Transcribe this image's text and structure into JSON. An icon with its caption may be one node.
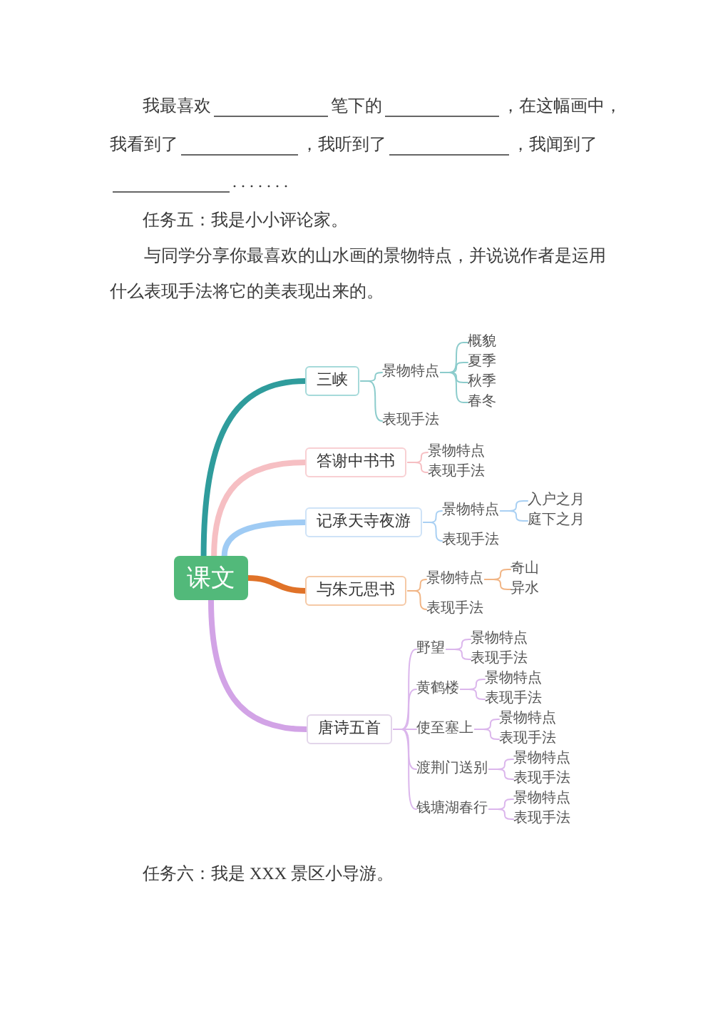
{
  "diagram": {
    "nodes": [
      {
        "text": [
          "课文"
        ]
      },
      {
        "text": [
          "三峡"
        ]
      },
      {
        "text": [
          "景物特点"
        ]
      },
      {
        "text": [
          "概貌"
        ]
      },
      {
        "text": [
          "夏季"
        ]
      },
      {
        "text": [
          "秋季"
        ]
      },
      {
        "text": [
          "春冬"
        ]
      },
      {
        "text": [
          "表现手法"
        ]
      },
      {
        "text": [
          "答谢中书书"
        ]
      },
      {
        "text": [
          "景物特点"
        ]
      },
      {
        "text": [
          "表现手法"
        ]
      },
      {
        "text": [
          "记承天寺夜游"
        ]
      },
      {
        "text": [
          "景物特点"
        ]
      },
      {
        "text": [
          "入户之月"
        ]
      },
      {
        "text": [
          "庭下之月"
        ]
      },
      {
        "text": [
          "表现手法"
        ]
      },
      {
        "text": [
          "与朱元思书"
        ]
      },
      {
        "text": [
          "景物特点"
        ]
      },
      {
        "text": [
          "奇山"
        ]
      },
      {
        "text": [
          "异水"
        ]
      },
      {
        "text": [
          "表现手法"
        ]
      },
      {
        "text": [
          "唐诗五首"
        ]
      },
      {
        "text": [
          "野望"
        ]
      },
      {
        "text": [
          "景物特点"
        ]
      },
      {
        "text": [
          "表现手法"
        ]
      },
      {
        "text": [
          "黄鹤楼"
        ]
      },
      {
        "text": [
          "景物特点"
        ]
      },
      {
        "text": [
          "表现手法"
        ]
      },
      {
        "text": [
          "使至塞上"
        ]
      },
      {
        "text": [
          "景物特点"
        ]
      },
      {
        "text": [
          "表现手法"
        ]
      },
      {
        "text": [
          "渡荆门送别"
        ]
      },
      {
        "text": [
          "景物特点"
        ]
      },
      {
        "text": [
          "表现手法"
        ]
      },
      {
        "text": [
          "钱塘湖春行"
        ]
      },
      {
        "text": [
          "景物特点"
        ]
      },
      {
        "text": [
          "表现手法"
        ]
      }
    ],
    "edges": [
      {
        "from": 0,
        "to": 1,
        "arrow": "none",
        "style": "thick",
        "color": "#2f9c9c"
      },
      {
        "from": 0,
        "to": 8,
        "arrow": "none",
        "style": "thick",
        "color": "#f6bfc3"
      },
      {
        "from": 0,
        "to": 11,
        "arrow": "none",
        "style": "thick",
        "color": "#9fcbf4"
      },
      {
        "from": 0,
        "to": 16,
        "arrow": "none",
        "style": "thick",
        "color": "#e07228"
      },
      {
        "from": 0,
        "to": 21,
        "arrow": "none",
        "style": "thick",
        "color": "#d2a3e6"
      },
      {
        "from": 1,
        "to": 2,
        "arrow": "none",
        "color": "#8ccccc"
      },
      {
        "from": 2,
        "to": 3,
        "arrow": "none",
        "color": "#8ccccc"
      },
      {
        "from": 2,
        "to": 4,
        "arrow": "none",
        "color": "#8ccccc"
      },
      {
        "from": 2,
        "to": 5,
        "arrow": "none",
        "color": "#8ccccc"
      },
      {
        "from": 2,
        "to": 6,
        "arrow": "none",
        "color": "#8ccccc"
      },
      {
        "from": 1,
        "to": 7,
        "arrow": "none",
        "color": "#8ccccc"
      },
      {
        "from": 8,
        "to": 9,
        "arrow": "none",
        "color": "#f6bfc3"
      },
      {
        "from": 8,
        "to": 10,
        "arrow": "none",
        "color": "#f6bfc3"
      },
      {
        "from": 11,
        "to": 12,
        "arrow": "none",
        "color": "#a9d0f3"
      },
      {
        "from": 12,
        "to": 13,
        "arrow": "none",
        "color": "#a9d0f3"
      },
      {
        "from": 12,
        "to": 14,
        "arrow": "none",
        "color": "#a9d0f3"
      },
      {
        "from": 11,
        "to": 15,
        "arrow": "none",
        "color": "#a9d0f3"
      },
      {
        "from": 16,
        "to": 17,
        "arrow": "none",
        "color": "#f1b585"
      },
      {
        "from": 17,
        "to": 18,
        "arrow": "none",
        "color": "#f1b585"
      },
      {
        "from": 17,
        "to": 19,
        "arrow": "none",
        "color": "#f1b585"
      },
      {
        "from": 16,
        "to": 20,
        "arrow": "none",
        "color": "#f1b585"
      },
      {
        "from": 21,
        "to": 22,
        "arrow": "none",
        "color": "#dbb6ec"
      },
      {
        "from": 22,
        "to": 23,
        "arrow": "none",
        "color": "#dbb6ec"
      },
      {
        "from": 22,
        "to": 24,
        "arrow": "none",
        "color": "#dbb6ec"
      },
      {
        "from": 21,
        "to": 25,
        "arrow": "none",
        "color": "#dbb6ec"
      },
      {
        "from": 25,
        "to": 26,
        "arrow": "none",
        "color": "#dbb6ec"
      },
      {
        "from": 25,
        "to": 27,
        "arrow": "none",
        "color": "#dbb6ec"
      },
      {
        "from": 21,
        "to": 28,
        "arrow": "none",
        "color": "#dbb6ec"
      },
      {
        "from": 28,
        "to": 29,
        "arrow": "none",
        "color": "#dbb6ec"
      },
      {
        "from": 28,
        "to": 30,
        "arrow": "none",
        "color": "#dbb6ec"
      },
      {
        "from": 21,
        "to": 31,
        "arrow": "none",
        "color": "#dbb6ec"
      },
      {
        "from": 31,
        "to": 32,
        "arrow": "none",
        "color": "#dbb6ec"
      },
      {
        "from": 31,
        "to": 33,
        "arrow": "none",
        "color": "#dbb6ec"
      },
      {
        "from": 21,
        "to": 34,
        "arrow": "none",
        "color": "#dbb6ec"
      },
      {
        "from": 34,
        "to": 35,
        "arrow": "none",
        "color": "#dbb6ec"
      },
      {
        "from": 34,
        "to": 36,
        "arrow": "none",
        "color": "#dbb6ec"
      }
    ],
    "labels": [
      "我最喜欢",
      "笔下的",
      "，在这幅画中，",
      "我看到了",
      "，我听到了",
      "，我闻到了",
      ".......",
      "任务五：我是小小评论家。",
      "与同学分享你最喜欢的山水画的景物特点，并说说作者是运用什么表现手法将它的美表现出来的。",
      "任务六：我是 XXX 景区小导游。"
    ]
  }
}
